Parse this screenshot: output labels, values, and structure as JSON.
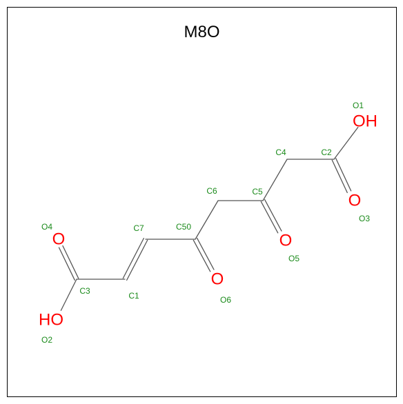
{
  "title": "M8O",
  "colors": {
    "bond": "#555555",
    "oxygen": "#ff0000",
    "label": "#1a8a1a",
    "frame": "#000000"
  },
  "atoms": [
    {
      "id": "O1",
      "name": "O1",
      "element": "O",
      "symbol": "OH",
      "hetero": true
    },
    {
      "id": "C2",
      "name": "C2",
      "element": "C",
      "hetero": false
    },
    {
      "id": "O3",
      "name": "O3",
      "element": "O",
      "symbol": "O",
      "hetero": true
    },
    {
      "id": "C4",
      "name": "C4",
      "element": "C",
      "hetero": false
    },
    {
      "id": "C5",
      "name": "C5",
      "element": "C",
      "hetero": false
    },
    {
      "id": "O5",
      "name": "O5",
      "element": "O",
      "symbol": "O",
      "hetero": true
    },
    {
      "id": "C6",
      "name": "C6",
      "element": "C",
      "hetero": false
    },
    {
      "id": "C50",
      "name": "C50",
      "element": "C",
      "hetero": false
    },
    {
      "id": "O6",
      "name": "O6",
      "element": "O",
      "symbol": "O",
      "hetero": true
    },
    {
      "id": "C7",
      "name": "C7",
      "element": "C",
      "hetero": false
    },
    {
      "id": "C1",
      "name": "C1",
      "element": "C",
      "hetero": false
    },
    {
      "id": "C3",
      "name": "C3",
      "element": "C",
      "hetero": false
    },
    {
      "id": "O4",
      "name": "O4",
      "element": "O",
      "symbol": "O",
      "hetero": true
    },
    {
      "id": "O2",
      "name": "O2",
      "element": "O",
      "symbol": "HO",
      "hetero": true
    }
  ],
  "bonds": [
    {
      "from": "C2",
      "to": "O1",
      "order": 1
    },
    {
      "from": "C2",
      "to": "O3",
      "order": 2
    },
    {
      "from": "C2",
      "to": "C4",
      "order": 1
    },
    {
      "from": "C4",
      "to": "C5",
      "order": 1
    },
    {
      "from": "C5",
      "to": "O5",
      "order": 2
    },
    {
      "from": "C5",
      "to": "C6",
      "order": 1
    },
    {
      "from": "C6",
      "to": "C50",
      "order": 1
    },
    {
      "from": "C50",
      "to": "O6",
      "order": 2
    },
    {
      "from": "C50",
      "to": "C7",
      "order": 1
    },
    {
      "from": "C7",
      "to": "C1",
      "order": 2
    },
    {
      "from": "C1",
      "to": "C3",
      "order": 1
    },
    {
      "from": "C3",
      "to": "O4",
      "order": 2
    },
    {
      "from": "C3",
      "to": "O2",
      "order": 1
    }
  ]
}
